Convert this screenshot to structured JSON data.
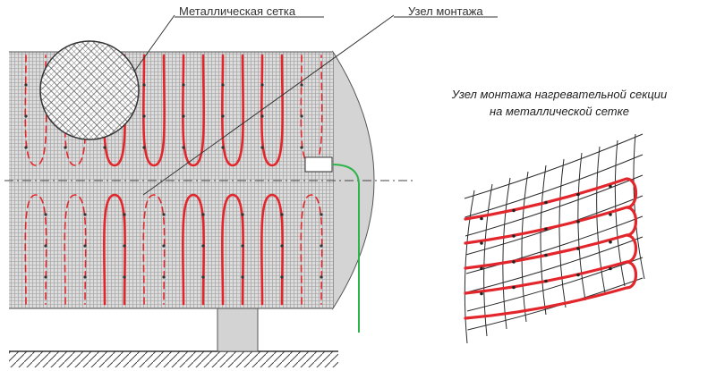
{
  "labels": {
    "mesh": "Металлическая сетка",
    "mount": "Узел монтажа"
  },
  "detail": {
    "title_line1": "Узел монтажа нагревательной секции",
    "title_line2": "на металлической сетке"
  },
  "colors": {
    "heater": "#e3262c",
    "lead_wire": "#2db34a",
    "mesh_line": "#8c8c8c",
    "vessel_fill": "#d6d6d6",
    "outline": "#333333"
  }
}
